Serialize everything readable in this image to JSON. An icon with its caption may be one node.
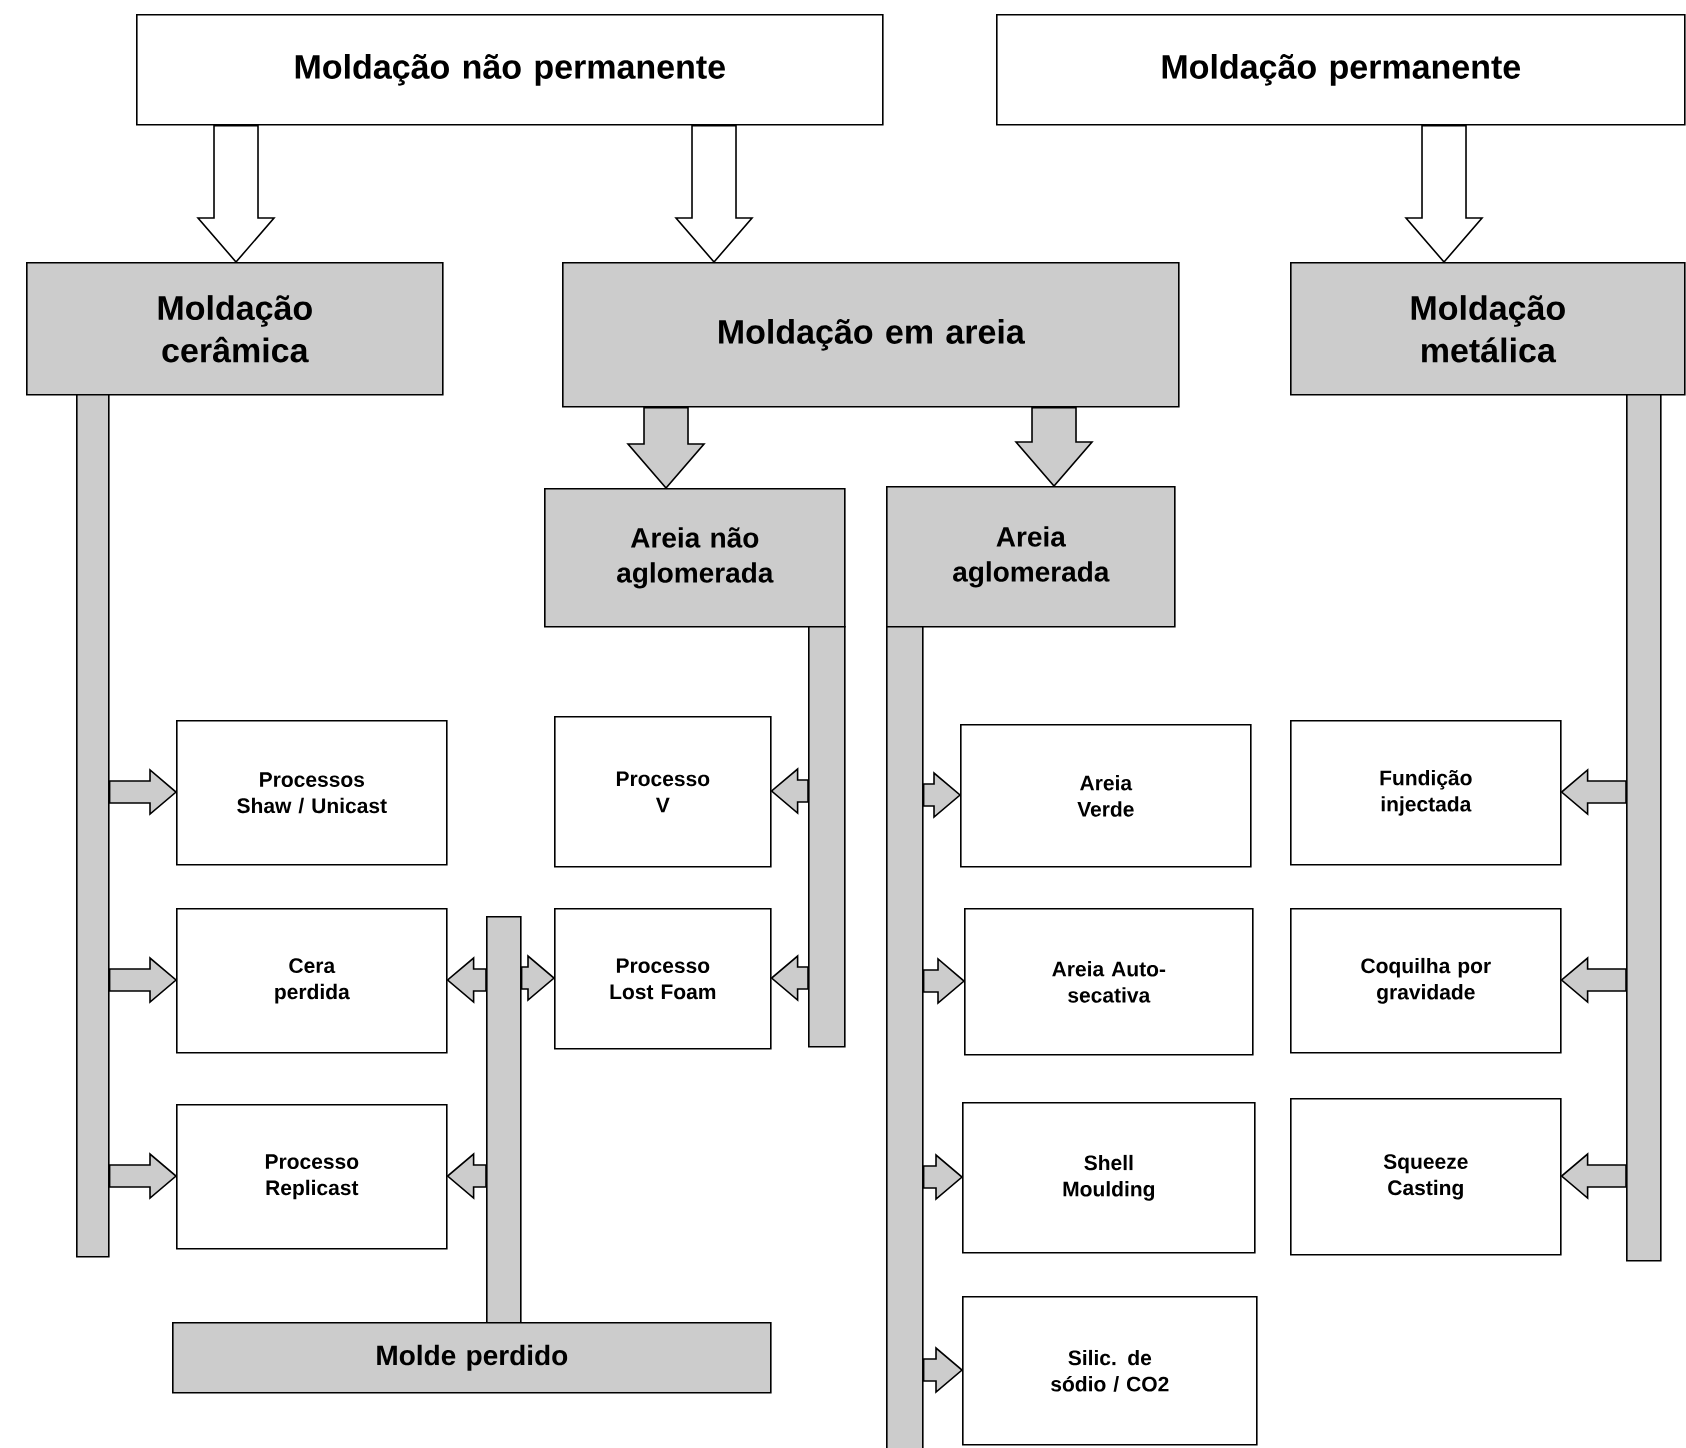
{
  "diagram": {
    "nodes": [
      {
        "text": [
          "Moldação não permanente"
        ]
      },
      {
        "text": [
          "Moldação permanente"
        ]
      },
      {
        "text": [
          "Moldação cerâmica"
        ]
      },
      {
        "text": [
          "Moldação em areia"
        ]
      },
      {
        "text": [
          "Moldação metálica"
        ]
      },
      {
        "text": [
          "Areia não aglomerada"
        ]
      },
      {
        "text": [
          "Areia aglomerada"
        ]
      },
      {
        "text": [],
        "shape": "bar"
      },
      {
        "text": [],
        "shape": "bar"
      },
      {
        "text": [],
        "shape": "bar"
      },
      {
        "text": [],
        "shape": "bar"
      },
      {
        "text": [
          "Processos Shaw / Unicast"
        ]
      },
      {
        "text": [
          "Processo V"
        ]
      },
      {
        "text": [
          "Areia Verde"
        ]
      },
      {
        "text": [
          "Fundição injectada"
        ]
      },
      {
        "text": [
          "Cera perdida"
        ]
      },
      {
        "text": [
          "Processo Lost Foam"
        ]
      },
      {
        "text": [
          "Areia Auto-secativa"
        ]
      },
      {
        "text": [
          "Coquilha por gravidade"
        ]
      },
      {
        "text": [
          "Processo Replicast"
        ]
      },
      {
        "text": [
          "Shell Moulding"
        ]
      },
      {
        "text": [
          "Squeeze Casting"
        ]
      },
      {
        "text": [
          "Silic. de sódio / CO2"
        ]
      },
      {
        "text": [],
        "shape": "bar"
      },
      {
        "text": [
          "Molde perdido"
        ]
      }
    ],
    "edges": [
      {
        "from": 0,
        "to": 2,
        "arrow": "to",
        "color": "#ffffff"
      },
      {
        "from": 0,
        "to": 3,
        "arrow": "to",
        "color": "#ffffff"
      },
      {
        "from": 1,
        "to": 4,
        "arrow": "to",
        "color": "#ffffff"
      },
      {
        "from": 3,
        "to": 5,
        "arrow": "to"
      },
      {
        "from": 3,
        "to": 6,
        "arrow": "to"
      },
      {
        "from": 7,
        "to": 11,
        "arrow": "to"
      },
      {
        "from": 7,
        "to": 15,
        "arrow": "to"
      },
      {
        "from": 7,
        "to": 19,
        "arrow": "to"
      },
      {
        "from": 8,
        "to": 12,
        "arrow": "to"
      },
      {
        "from": 8,
        "to": 16,
        "arrow": "to"
      },
      {
        "from": 9,
        "to": 13,
        "arrow": "to"
      },
      {
        "from": 9,
        "to": 17,
        "arrow": "to"
      },
      {
        "from": 9,
        "to": 20,
        "arrow": "to"
      },
      {
        "from": 9,
        "to": 22,
        "arrow": "to"
      },
      {
        "from": 10,
        "to": 14,
        "arrow": "to"
      },
      {
        "from": 10,
        "to": 18,
        "arrow": "to"
      },
      {
        "from": 10,
        "to": 21,
        "arrow": "to"
      },
      {
        "from": 23,
        "to": 15,
        "arrow": "to"
      },
      {
        "from": 23,
        "to": 16,
        "arrow": "to"
      },
      {
        "from": 23,
        "to": 19,
        "arrow": "to"
      }
    ]
  }
}
